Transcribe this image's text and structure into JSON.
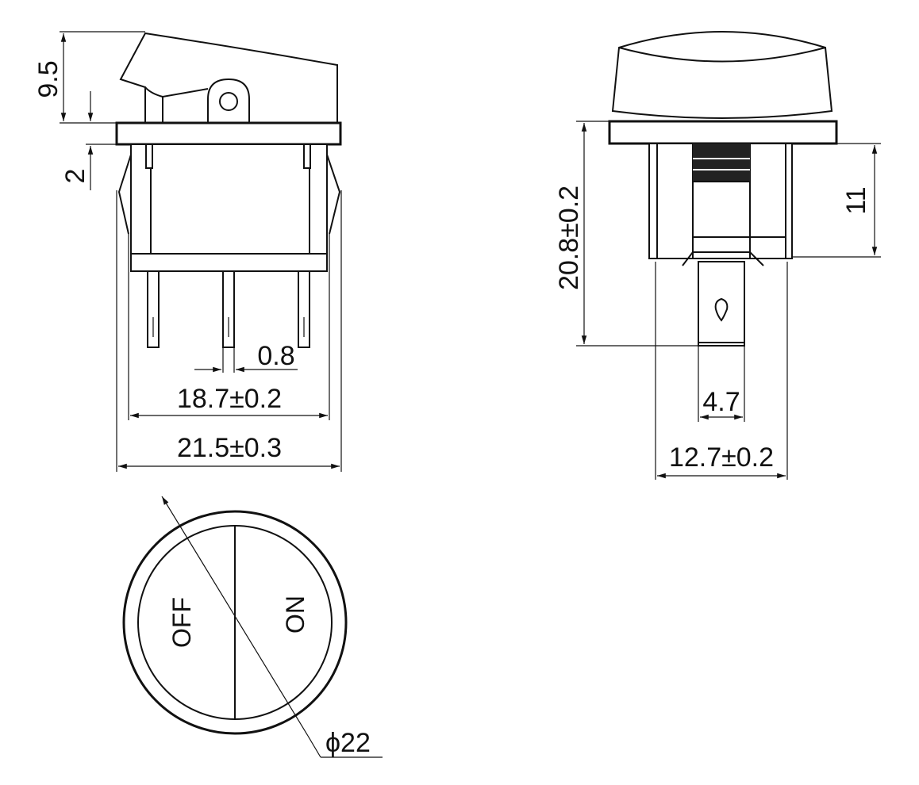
{
  "dimensions": {
    "height_rocker": "9.5",
    "height_flange": "2",
    "pin_width": "0.8",
    "inner_width": "18.7±0.2",
    "outer_width": "21.5±0.3",
    "body_height": "20.8±0.2",
    "housing_height": "11",
    "terminal_width": "4.7",
    "side_width": "12.7±0.2",
    "diameter": "ϕ22"
  },
  "labels": {
    "off": "OFF",
    "on": "ON"
  },
  "colors": {
    "line": "#111111",
    "background": "#ffffff"
  }
}
